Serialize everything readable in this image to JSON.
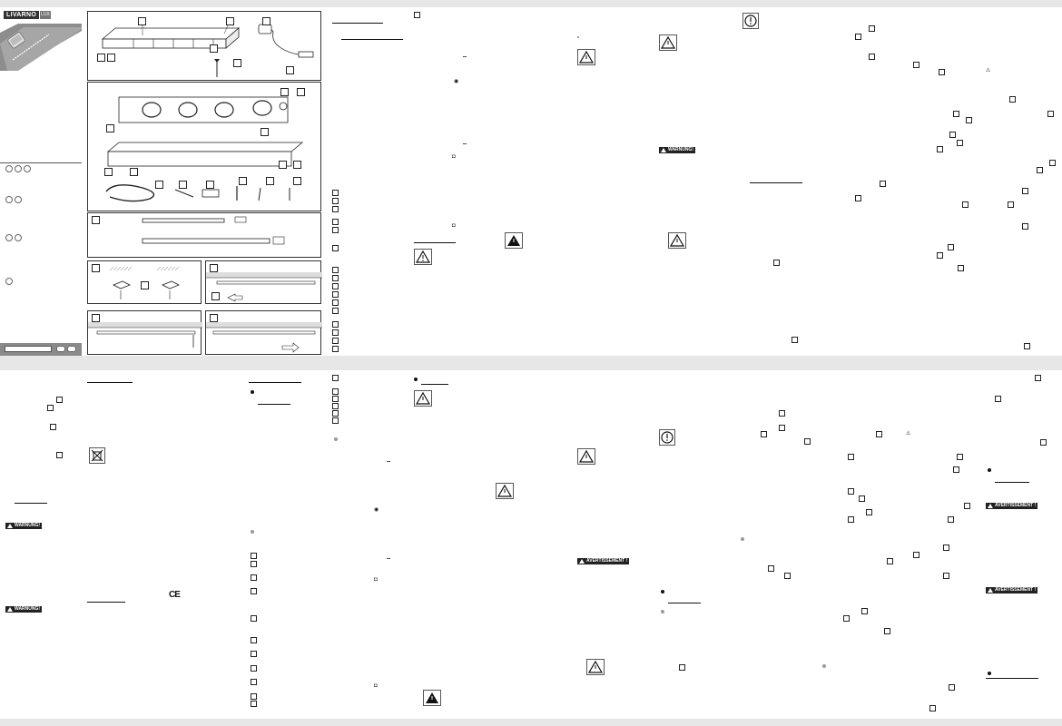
{
  "brand": {
    "logo": "LIVARNO",
    "tag": "LUX"
  },
  "warnings": {
    "de": "WARNUNG!",
    "fr": "AVERTISSEMENT !"
  },
  "marks": {
    "ce": "CE"
  },
  "colors": {
    "page_bg": "#e7e7e7",
    "sheet_bg": "#ffffff",
    "ink": "#111111",
    "footer_band": "#8a8a8a"
  },
  "icons": [
    "warning-triangle-icon",
    "caution-circle-icon",
    "weee-bin-icon",
    "ce-mark-icon",
    "led-bar-icon",
    "power-adapter-icon",
    "screw-icon",
    "cable-icon"
  ]
}
